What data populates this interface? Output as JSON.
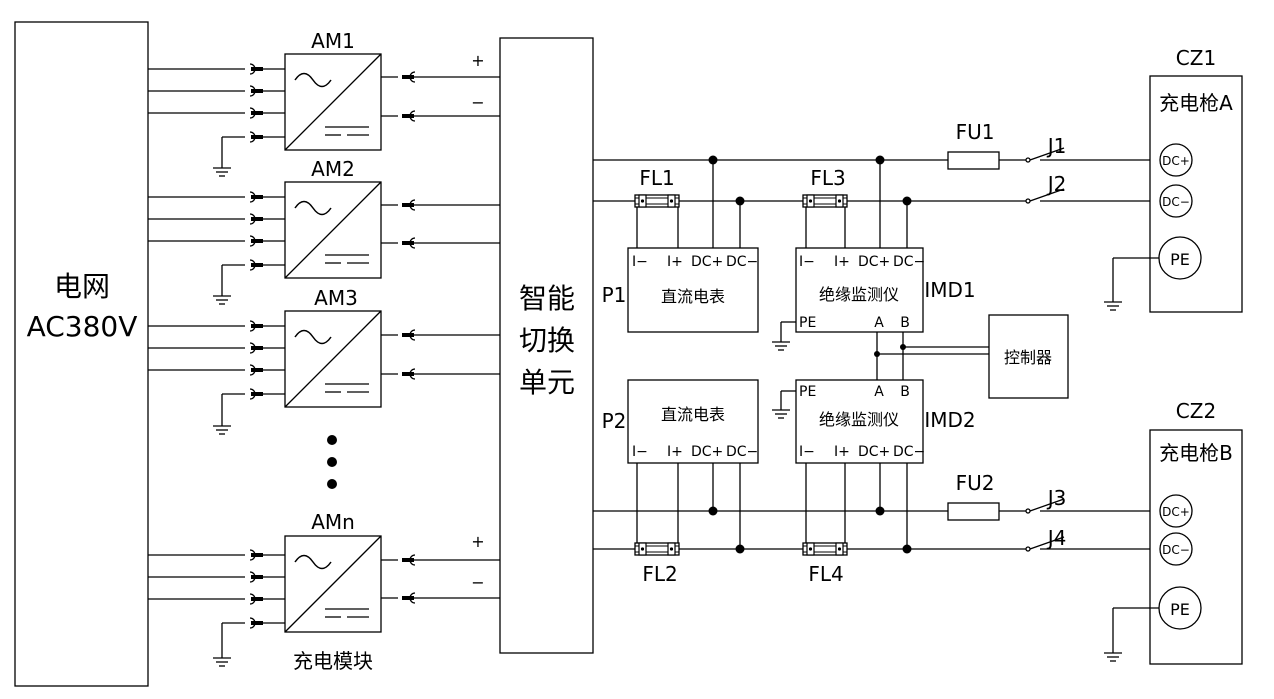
{
  "grid": {
    "label_line1": "电网",
    "label_line2": "AC380V"
  },
  "modules": [
    {
      "label": "AM1"
    },
    {
      "label": "AM2"
    },
    {
      "label": "AM3"
    },
    {
      "label": "AMn"
    }
  ],
  "modules_caption": "充电模块",
  "switch_unit": {
    "line1": "智能",
    "line2": "切换",
    "line3": "单元"
  },
  "polarity": {
    "plus": "+",
    "minus": "−"
  },
  "meters": {
    "p1": {
      "tag": "P1",
      "name": "直流电表"
    },
    "p2": {
      "tag": "P2",
      "name": "直流电表"
    },
    "pins": {
      "i_minus": "I−",
      "i_plus": "I+",
      "dc_plus": "DC+",
      "dc_minus": "DC−"
    }
  },
  "imds": {
    "imd1": {
      "tag": "IMD1",
      "name": "绝缘监测仪"
    },
    "imd2": {
      "tag": "IMD2",
      "name": "绝缘监测仪"
    },
    "pins": {
      "pe": "PE",
      "a": "A",
      "b": "B"
    }
  },
  "shunts": {
    "fl1": "FL1",
    "fl2": "FL2",
    "fl3": "FL3",
    "fl4": "FL4"
  },
  "fuses": {
    "fu1": "FU1",
    "fu2": "FU2"
  },
  "contactors": {
    "j1": "J1",
    "j2": "J2",
    "j3": "J3",
    "j4": "J4"
  },
  "controller": {
    "name": "控制器"
  },
  "guns": {
    "cz1": {
      "tag": "CZ1",
      "name": "充电枪A"
    },
    "cz2": {
      "tag": "CZ2",
      "name": "充电枪B"
    },
    "pins": {
      "dc_plus": "DC+",
      "dc_minus": "DC−",
      "pe": "PE"
    }
  }
}
